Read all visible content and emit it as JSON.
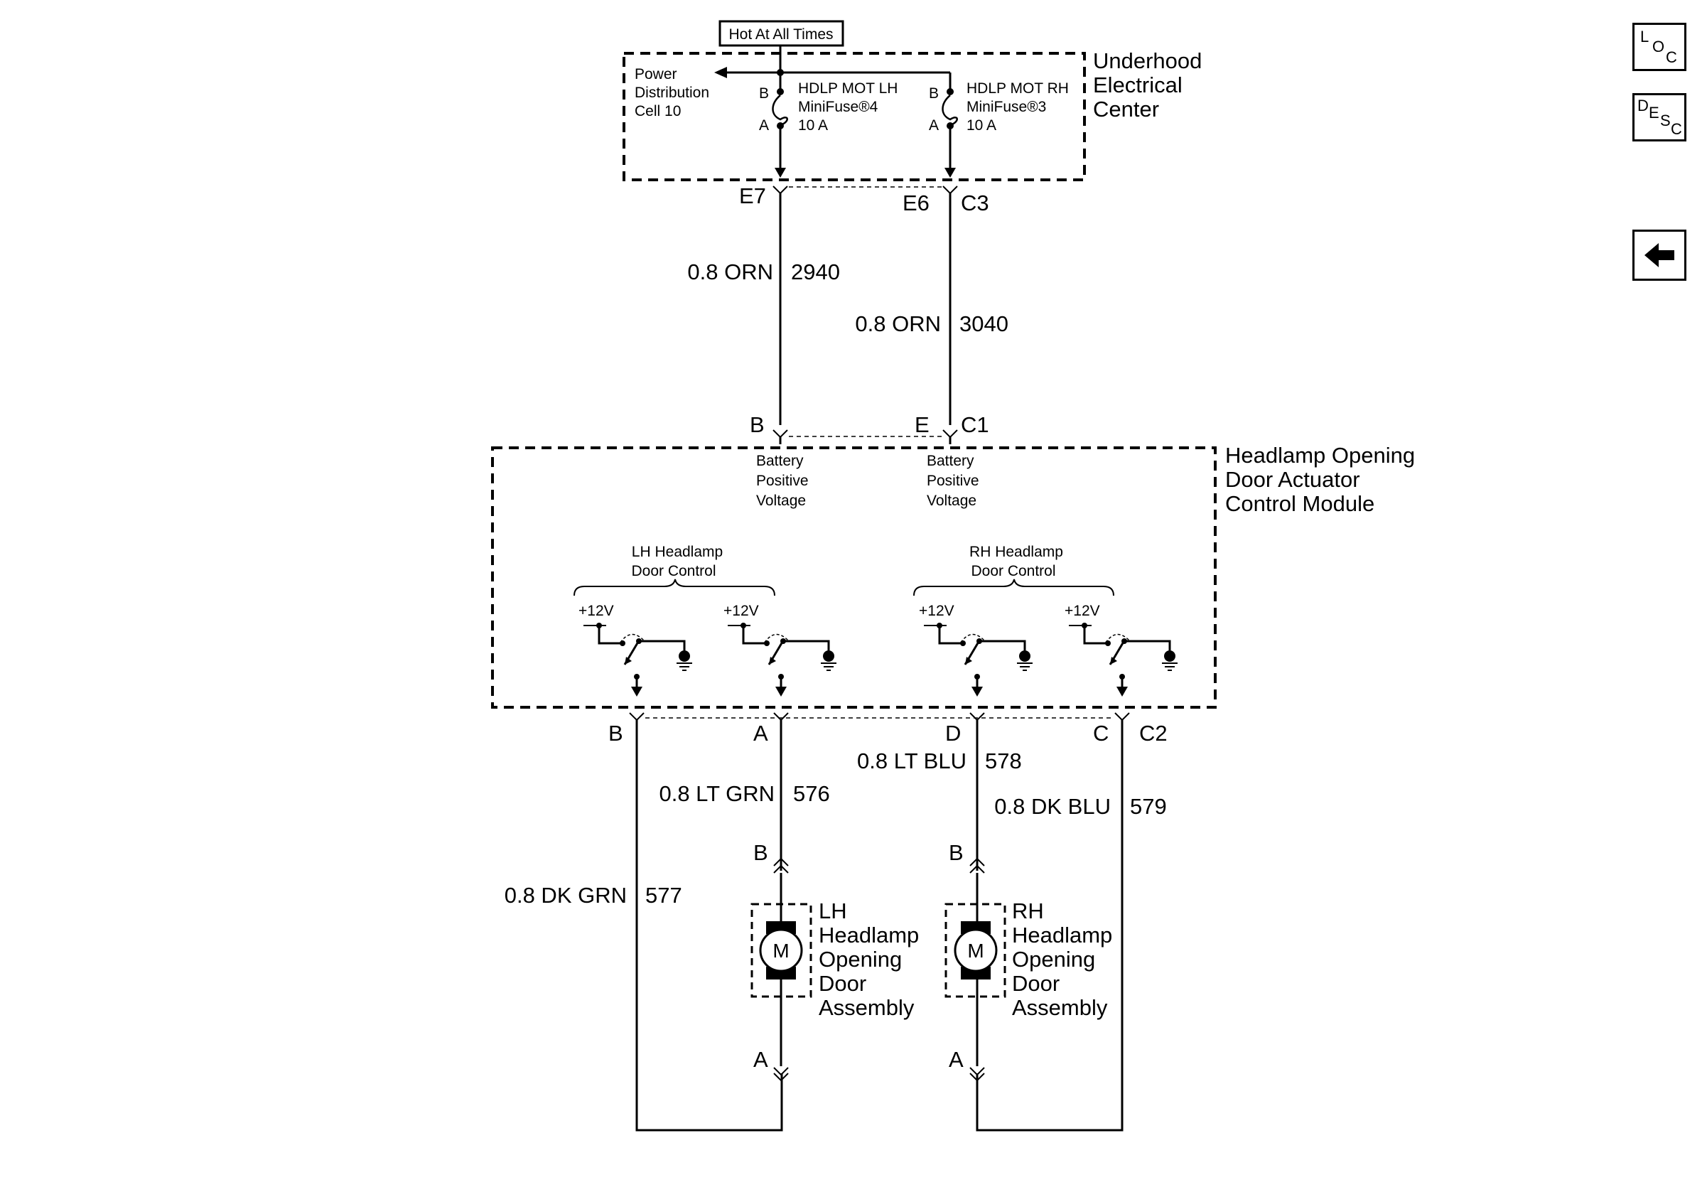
{
  "power_source": {
    "hot_at_all_times": "Hot At All Times",
    "power_distribution": [
      "Power",
      "Distribution",
      "Cell 10"
    ]
  },
  "underhood_center": {
    "name": [
      "Underhood",
      "Electrical",
      "Center"
    ],
    "fuse_lh": {
      "name": "HDLP MOT LH",
      "type": "MiniFuse®4",
      "rating": "10 A",
      "pin_b": "B",
      "pin_a": "A"
    },
    "fuse_rh": {
      "name": "HDLP MOT RH",
      "type": "MiniFuse®3",
      "rating": "10 A",
      "pin_b": "B",
      "pin_a": "A"
    },
    "connector_pins": {
      "left": "E7",
      "right": "E6",
      "connector": "C3"
    }
  },
  "wires_upper": [
    {
      "size_color": "0.8 ORN",
      "circuit": "2940"
    },
    {
      "size_color": "0.8 ORN",
      "circuit": "3040"
    }
  ],
  "module": {
    "name": [
      "Headlamp Opening",
      "Door Actuator",
      "Control Module"
    ],
    "input_pins": {
      "left": "B",
      "right": "E",
      "connector": "C1"
    },
    "input_label": [
      "Battery",
      "Positive",
      "Voltage"
    ],
    "lh_control": [
      "LH Headlamp",
      "Door Control"
    ],
    "rh_control": [
      "RH Headlamp",
      "Door Control"
    ],
    "supply_label": "+12V",
    "output_pins": {
      "p1": "B",
      "p2": "A",
      "p3": "D",
      "p4": "C",
      "connector": "C2"
    }
  },
  "wires_lower": [
    {
      "size_color": "0.8 DK GRN",
      "circuit": "577"
    },
    {
      "size_color": "0.8 LT GRN",
      "circuit": "576"
    },
    {
      "size_color": "0.8 LT BLU",
      "circuit": "578"
    },
    {
      "size_color": "0.8 DK BLU",
      "circuit": "579"
    }
  ],
  "motors": {
    "symbol": "M",
    "pin_top": "B",
    "pin_bottom": "A",
    "lh_name": [
      "LH",
      "Headlamp",
      "Opening",
      "Door",
      "Assembly"
    ],
    "rh_name": [
      "RH",
      "Headlamp",
      "Opening",
      "Door",
      "Assembly"
    ]
  },
  "nav": {
    "loc": [
      "L",
      "O",
      "C"
    ],
    "desc": [
      "D",
      "E",
      "S",
      "C"
    ],
    "back_icon": "arrow-left-icon"
  }
}
